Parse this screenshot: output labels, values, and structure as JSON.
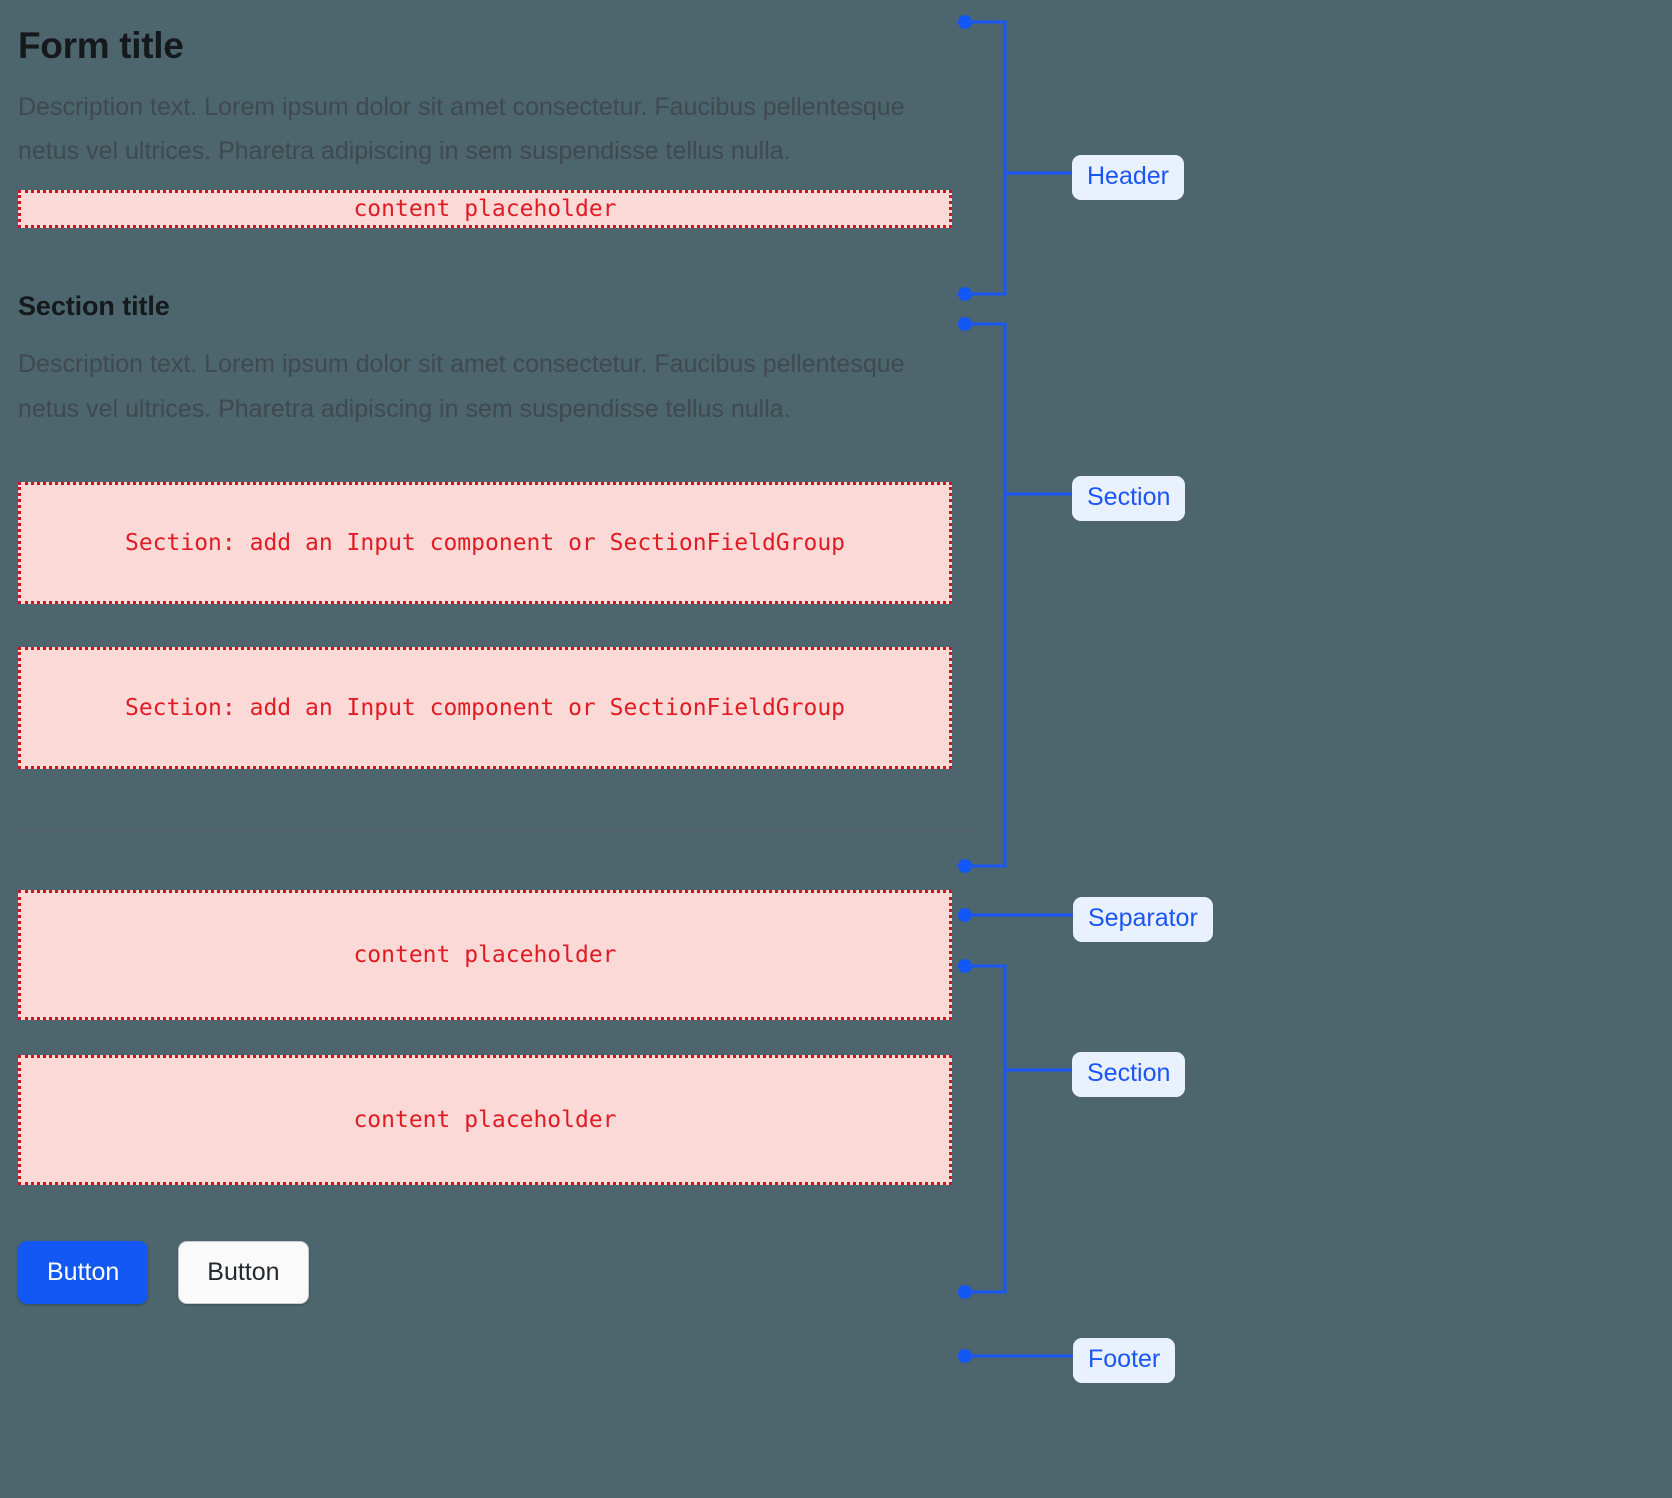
{
  "theme": {
    "page_background": "#4d656d",
    "accent_blue": "#1358f5",
    "annotation_blue": "#1a56f5",
    "annotation_badge_bg": "#eaf1fe",
    "placeholder_fill": "#fbd9d6",
    "placeholder_border": "#cf1322",
    "placeholder_text": "#e01b24",
    "heading_color": "#16191c",
    "description_color": "#3f4a4f",
    "separator_color": "#55626b"
  },
  "header": {
    "title": "Form title",
    "description": "Description text. Lorem ipsum dolor sit amet consectetur. Faucibus pellentesque netus vel ultrices. Pharetra adipiscing in sem suspendisse tellus nulla.",
    "placeholder": "content placeholder"
  },
  "section_one": {
    "title": "Section title",
    "description": "Description text. Lorem ipsum dolor sit amet consectetur. Faucibus pellentesque netus vel ultrices. Pharetra adipiscing in sem suspendisse tellus nulla.",
    "placeholders": [
      "Section: add an Input component or SectionFieldGroup",
      "Section: add an Input component or SectionFieldGroup"
    ]
  },
  "separator": {
    "present": true
  },
  "section_two": {
    "placeholders": [
      "content placeholder",
      "content placeholder"
    ]
  },
  "footer": {
    "primary_button": "Button",
    "secondary_button": "Button"
  },
  "annotations": [
    {
      "label": "Header",
      "kind": "bracket"
    },
    {
      "label": "Section",
      "kind": "bracket"
    },
    {
      "label": "Separator",
      "kind": "line"
    },
    {
      "label": "Section",
      "kind": "bracket"
    },
    {
      "label": "Footer",
      "kind": "line"
    }
  ]
}
